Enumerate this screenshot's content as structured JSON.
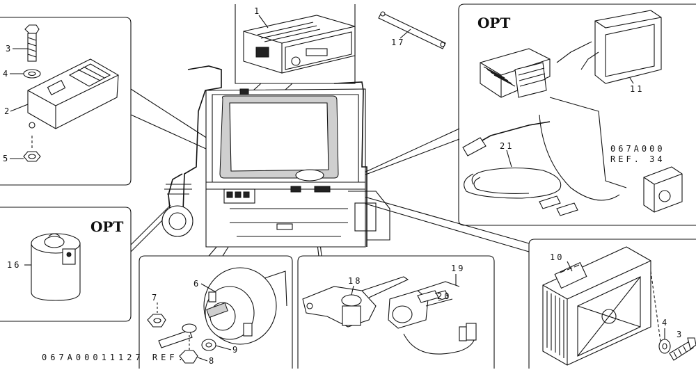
{
  "labels": {
    "opt_top_right": "OPT",
    "opt_left": "OPT",
    "ref_top": "067A000",
    "ref_top_2": "REF. 34",
    "ref_bottom": "067A00011127 REF.",
    "p1": "1",
    "p2": "2",
    "p3": "3",
    "p4": "4",
    "p5": "5",
    "p6": "6",
    "p7": "7",
    "p8": "8",
    "p9": "9",
    "p10": "10",
    "p11": "11",
    "p16": "16",
    "p17": "17",
    "p18": "18",
    "p19": "19",
    "p20": "20",
    "p21": "21",
    "p3b": "3",
    "p4b": "4"
  }
}
